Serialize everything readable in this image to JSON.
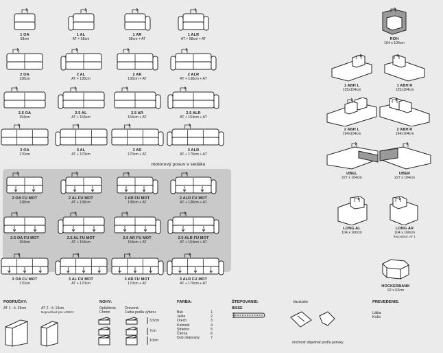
{
  "motor_title": "motorový posuv v sedáku",
  "rows": [
    [
      {
        "name": "1 OA",
        "dim": "58cm",
        "type": "oa",
        "w": 1
      },
      {
        "name": "1 AL",
        "dim": "AT + 58cm",
        "type": "al",
        "w": 1
      },
      {
        "name": "1 AR",
        "dim": "58cm + AT",
        "type": "ar",
        "w": 1
      },
      {
        "name": "1 ALR",
        "dim": "AT + 58cm + AT",
        "type": "alr",
        "w": 1
      }
    ],
    [
      {
        "name": "2 OA",
        "dim": "138cm",
        "type": "oa",
        "w": 2
      },
      {
        "name": "2 AL",
        "dim": "AT + 138cm",
        "type": "al",
        "w": 2
      },
      {
        "name": "2 AR",
        "dim": "138cm + AT",
        "type": "ar",
        "w": 2
      },
      {
        "name": "2 ALR",
        "dim": "AT + 138cm + AT",
        "type": "alr",
        "w": 2
      }
    ],
    [
      {
        "name": "2.5 OA",
        "dim": "154cm",
        "type": "oa",
        "w": 2.5
      },
      {
        "name": "2.5 AL",
        "dim": "AT + 154cm",
        "type": "al",
        "w": 2.5
      },
      {
        "name": "2.5 AR",
        "dim": "154cm + AT",
        "type": "ar",
        "w": 2.5
      },
      {
        "name": "2.5 ALR",
        "dim": "AT + 154cm + AT",
        "type": "alr",
        "w": 2.5
      }
    ],
    [
      {
        "name": "3 OA",
        "dim": "170cm",
        "type": "oa",
        "w": 3
      },
      {
        "name": "3 AL",
        "dim": "AT + 170cm",
        "type": "al",
        "w": 3
      },
      {
        "name": "3 AR",
        "dim": "170cm + AT",
        "type": "ar",
        "w": 3
      },
      {
        "name": "3 ALR",
        "dim": "AT + 170cm + AT",
        "type": "alr",
        "w": 3
      }
    ],
    [
      {
        "name": "2 OA FU MOT",
        "dim": "138cm",
        "type": "oa",
        "w": 2,
        "mot": true
      },
      {
        "name": "2 AL FU MOT",
        "dim": "AT + 138cm",
        "type": "al",
        "w": 2,
        "mot": true
      },
      {
        "name": "2 AR FU MOT",
        "dim": "138cm + AT",
        "type": "ar",
        "w": 2,
        "mot": true
      },
      {
        "name": "2 ALR FU MOT",
        "dim": "AT + 138cm + AT",
        "type": "alr",
        "w": 2,
        "mot": true
      }
    ],
    [
      {
        "name": "2.5 OA FU MOT",
        "dim": "154cm",
        "type": "oa",
        "w": 2.5,
        "mot": true
      },
      {
        "name": "2.5 AL FU MOT",
        "dim": "AT + 154cm",
        "type": "al",
        "w": 2.5,
        "mot": true
      },
      {
        "name": "2.5 AR FU MOT",
        "dim": "154cm + AT",
        "type": "ar",
        "w": 2.5,
        "mot": true
      },
      {
        "name": "2.5 ALR FU MOT",
        "dim": "AT + 154cm + AT",
        "type": "alr",
        "w": 2.5,
        "mot": true
      }
    ],
    [
      {
        "name": "3 OA FU MOT",
        "dim": "170cm",
        "type": "oa",
        "w": 3,
        "mot": true
      },
      {
        "name": "3 AL FU MOT",
        "dim": "AT + 170cm",
        "type": "al",
        "w": 3,
        "mot": true
      },
      {
        "name": "3 AR FU MOT",
        "dim": "170cm + AT",
        "type": "ar",
        "w": 3,
        "mot": true
      },
      {
        "name": "3 ALR FU MOT",
        "dim": "AT + 170cm + AT",
        "type": "alr",
        "w": 3,
        "mot": true
      }
    ]
  ],
  "corner": {
    "name": "ROH",
    "dim": "104 x 104cm"
  },
  "right_pairs": [
    [
      {
        "name": "1 ABH L",
        "dim": "125x104cm"
      },
      {
        "name": "1 ABH R",
        "dim": "125x104cm"
      }
    ],
    [
      {
        "name": "2 ABH L",
        "dim": "194x104cm"
      },
      {
        "name": "2 ABH R",
        "dim": "194x104cm"
      }
    ],
    [
      {
        "name": "UBEL",
        "dim": "227 x 104cm"
      },
      {
        "name": "UBER",
        "dim": "227 x 104cm"
      }
    ],
    [
      {
        "name": "LONG AL",
        "dim": "104 x 160cm"
      },
      {
        "name": "LONG AR",
        "dim": "104 x 160cm",
        "note": "iba područ. AT 1"
      }
    ]
  ],
  "hocker": {
    "name": "HOCKERBANK",
    "dim": "92 x 62cm"
  },
  "armrests": {
    "title": "PODRUČKY:",
    "at1": "AT 1 - š. 25cm",
    "at2": "AT 2 - š. 15cm",
    "at2_note": "Nepoužívať pre LONG !"
  },
  "legs": {
    "title": "NOHY:",
    "c1a": "Opláštená",
    "c1b": "Chróm",
    "c2a": "Drevená",
    "c2b": "Farba podľa výberu",
    "h1": "3,5cm",
    "h2": "7cm",
    "h3": "10cm"
  },
  "colors": {
    "title": "FARBA:",
    "items": [
      {
        "label": "Buk",
        "num": "1"
      },
      {
        "label": "Jelša",
        "num": "2"
      },
      {
        "label": "Orech",
        "num": "3"
      },
      {
        "label": "Koloniál",
        "num": "4"
      },
      {
        "label": "Striebro",
        "num": "5"
      },
      {
        "label": "Čierna",
        "num": "6"
      },
      {
        "label": "Dub olejovaný",
        "num": "7"
      }
    ]
  },
  "stitching": {
    "title": "ŠTEPOVANIE:",
    "sub": "BIESE"
  },
  "pillows": {
    "title": "Vankúše",
    "note": "možnosť objednať podľa ponuky"
  },
  "finish": {
    "title": "PREVEDENIE:",
    "a": "Látka",
    "b": "Koža"
  }
}
